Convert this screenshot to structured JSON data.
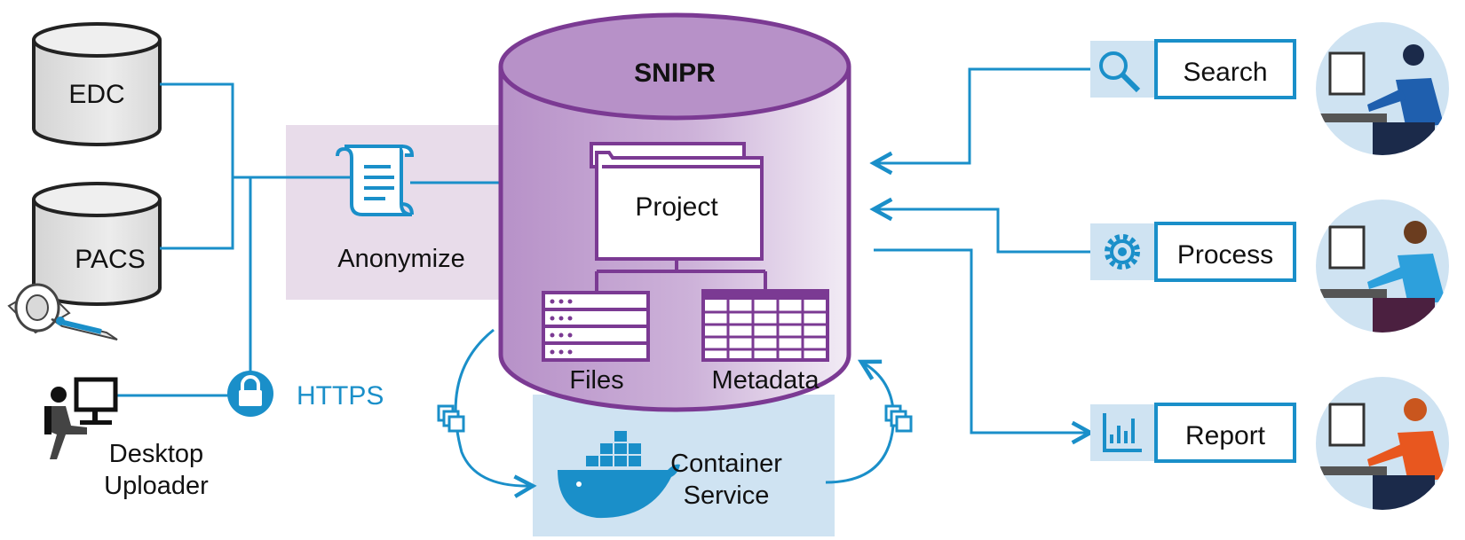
{
  "central_db": {
    "title": "SNIPR",
    "project_label": "Project",
    "files_label": "Files",
    "metadata_label": "Metadata"
  },
  "sources": {
    "edc_label": "EDC",
    "pacs_label": "PACS",
    "desktop_uploader_label_line1": "Desktop",
    "desktop_uploader_label_line2": "Uploader"
  },
  "anonymize_label": "Anonymize",
  "https_label": "HTTPS",
  "container": {
    "label_line1": "Container",
    "label_line2": "Service"
  },
  "actions": [
    {
      "label": "Search",
      "icon": "magnifier-icon"
    },
    {
      "label": "Process",
      "icon": "gear-icon"
    },
    {
      "label": "Report",
      "icon": "bar-chart-icon"
    }
  ],
  "colors": {
    "blue": "#1a8fc9",
    "purple": "#7b3a93",
    "light_purple": "#e8dcea",
    "light_blue": "#cfe3f2",
    "gray_db": "#e6e6e6"
  }
}
